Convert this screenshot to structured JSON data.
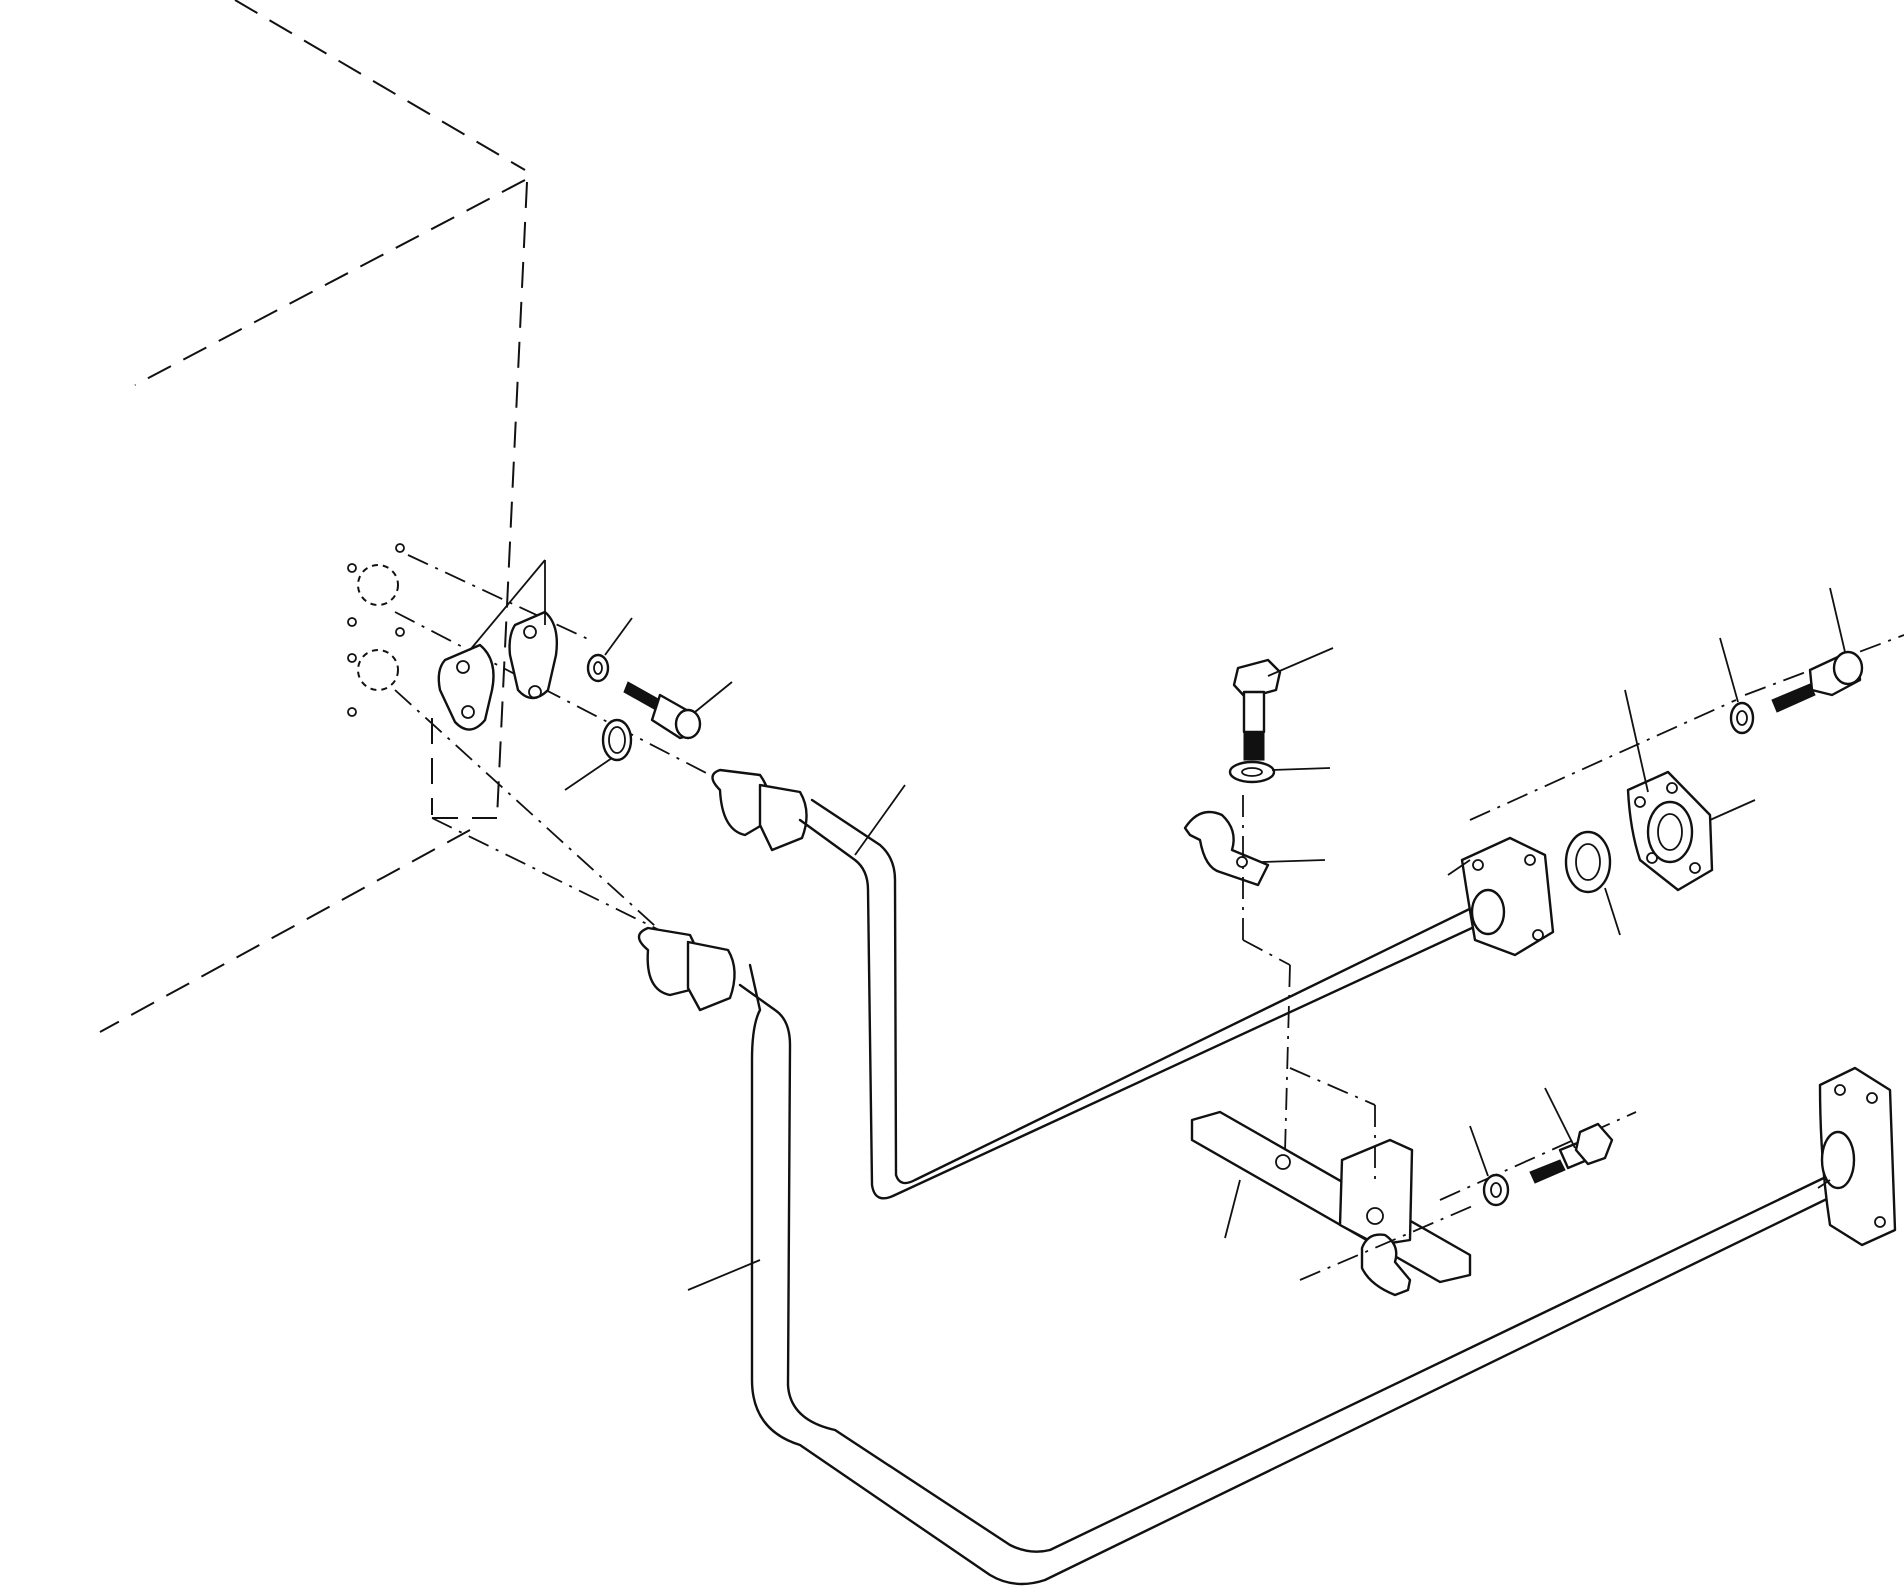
{
  "figure": {
    "type": "exploded parts diagram",
    "line_color": "#111111",
    "background": "#ffffff",
    "callout_labels": []
  },
  "parts": [
    {
      "id": "reservoir-outline",
      "icon": "dashed-box-outline"
    },
    {
      "id": "split-flange-halves",
      "icon": "split-flange-icon"
    },
    {
      "id": "lock-washer-left",
      "icon": "lock-washer-icon"
    },
    {
      "id": "cap-screw-left",
      "icon": "socket-cap-screw-icon"
    },
    {
      "id": "o-ring-left",
      "icon": "o-ring-icon"
    },
    {
      "id": "upper-tube",
      "icon": "bent-tube-icon"
    },
    {
      "id": "lower-tube",
      "icon": "bent-tube-icon"
    },
    {
      "id": "hex-bolt-clamp",
      "icon": "hex-bolt-icon"
    },
    {
      "id": "lock-washer-clamp",
      "icon": "lock-washer-icon"
    },
    {
      "id": "tube-clamp",
      "icon": "tube-clamp-icon"
    },
    {
      "id": "mounting-bracket",
      "icon": "bracket-icon"
    },
    {
      "id": "lock-washer-bracket",
      "icon": "lock-washer-icon"
    },
    {
      "id": "hex-bolt-bracket",
      "icon": "hex-bolt-icon"
    },
    {
      "id": "upper-tube-flange",
      "icon": "flange-icon"
    },
    {
      "id": "o-ring-right",
      "icon": "o-ring-icon"
    },
    {
      "id": "flange-plate",
      "icon": "flange-plate-icon"
    },
    {
      "id": "lock-washer-right",
      "icon": "lock-washer-icon"
    },
    {
      "id": "cap-screw-right",
      "icon": "socket-cap-screw-icon"
    },
    {
      "id": "lower-tube-flange",
      "icon": "flange-icon"
    }
  ]
}
